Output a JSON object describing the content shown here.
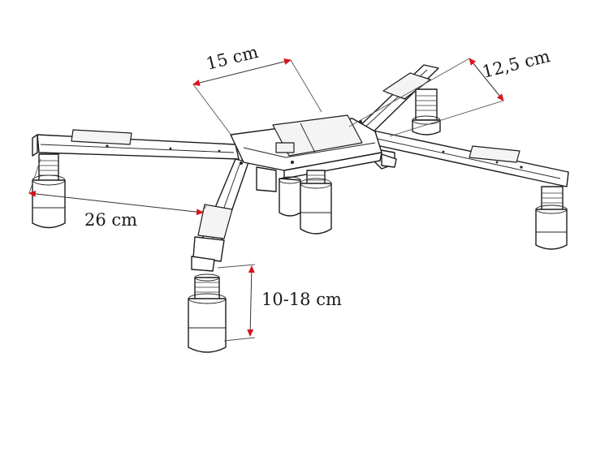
{
  "dimensions": {
    "top_width": "15 cm",
    "side_width": "12,5 cm",
    "arm_length": "26 cm",
    "height_range": "10-18 cm"
  },
  "colors": {
    "arrow": "#d8141b",
    "ink": "#1c1c1c",
    "background": "#ffffff"
  }
}
